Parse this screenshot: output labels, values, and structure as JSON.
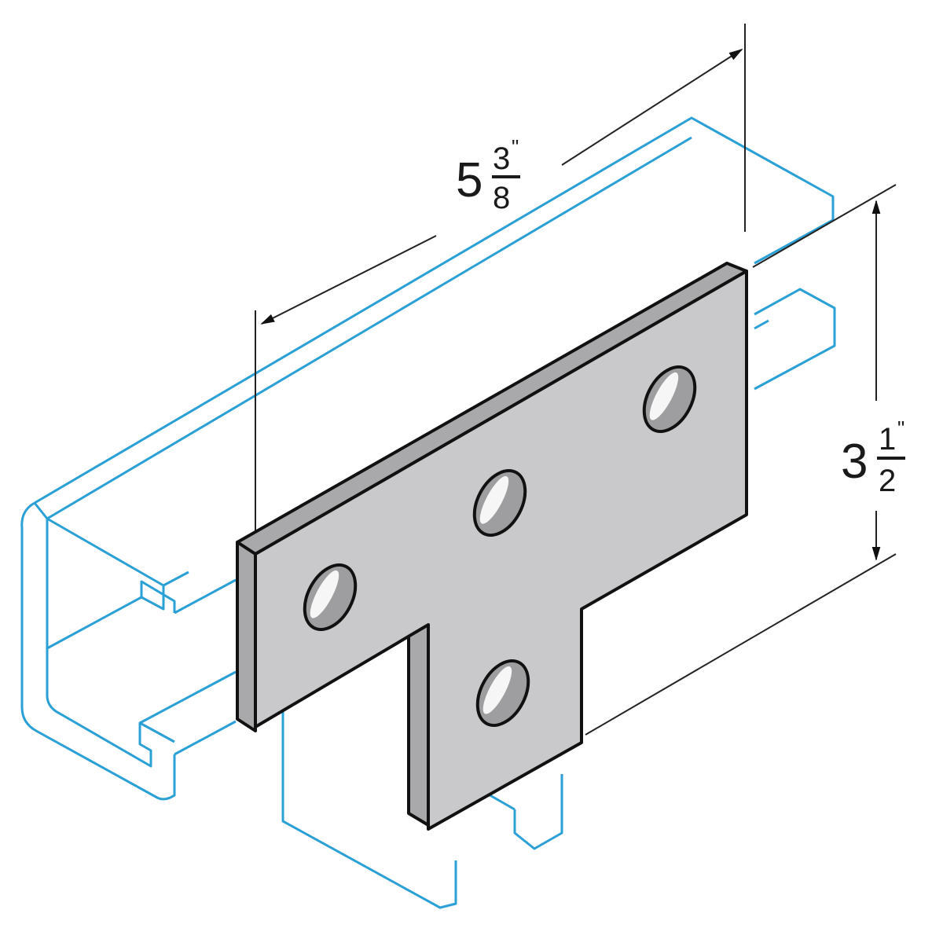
{
  "drawing": {
    "subject": "T-shaped four-hole flat plate fitting on strut channel",
    "colors": {
      "channel_outline": "#2aa0d6",
      "plate_face": "#c9c9cb",
      "plate_edge": "#a9a9ab",
      "outline": "#111111",
      "hole_shadow": "#9e9ea0",
      "background": "#ffffff"
    },
    "hole_count": 4
  },
  "dimensions": {
    "length": {
      "whole": "5",
      "numerator": "3",
      "denominator": "8",
      "unit": "\"",
      "label": "5 3/8\""
    },
    "height": {
      "whole": "3",
      "numerator": "1",
      "denominator": "2",
      "unit": "\"",
      "label": "3 1/2\""
    }
  }
}
